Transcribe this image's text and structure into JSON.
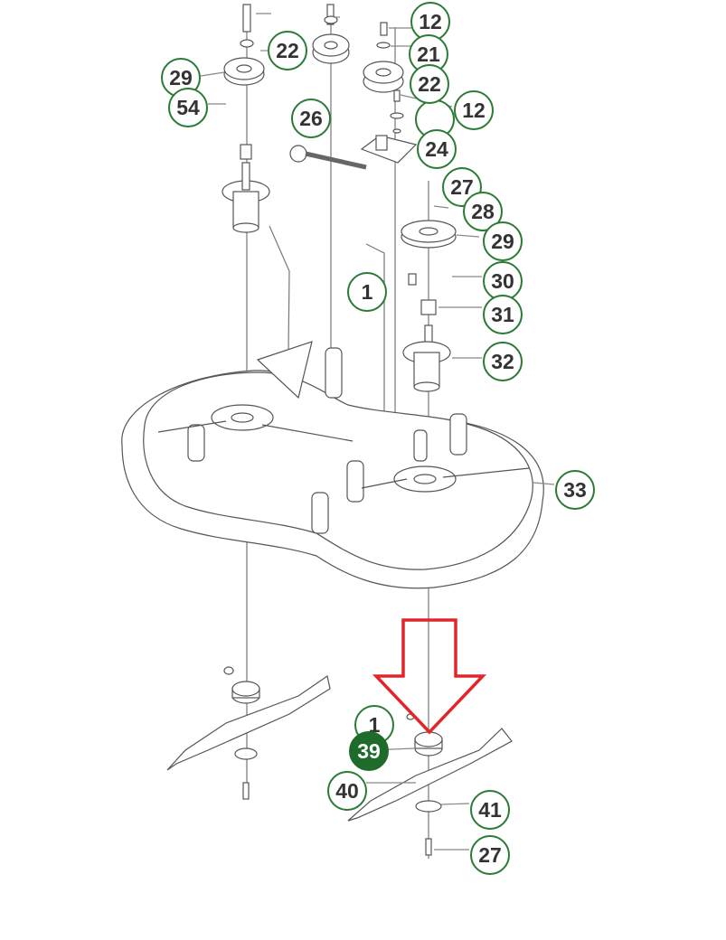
{
  "title": "Mower deck parts diagram",
  "colors": {
    "callout_border": "#2b7a35",
    "callout_filled": "#1f6b2b",
    "highlight_arrow": "#e0262b",
    "line_art": "#555555"
  },
  "highlighted_part": "39",
  "callouts": [
    {
      "id": "c-hidden",
      "label": ""
    },
    {
      "id": "c-12b",
      "label": "12"
    },
    {
      "id": "c-24",
      "label": "24"
    },
    {
      "id": "c-12a",
      "label": "12"
    },
    {
      "id": "c-21",
      "label": "21"
    },
    {
      "id": "c-22a",
      "label": "22"
    },
    {
      "id": "c-22b",
      "label": "22"
    },
    {
      "id": "c-29a",
      "label": "29"
    },
    {
      "id": "c-54",
      "label": "54"
    },
    {
      "id": "c-26",
      "label": "26"
    },
    {
      "id": "c-27a",
      "label": "27"
    },
    {
      "id": "c-28",
      "label": "28"
    },
    {
      "id": "c-29b",
      "label": "29"
    },
    {
      "id": "c-1a",
      "label": "1"
    },
    {
      "id": "c-30",
      "label": "30"
    },
    {
      "id": "c-31",
      "label": "31"
    },
    {
      "id": "c-32",
      "label": "32"
    },
    {
      "id": "c-33",
      "label": "33"
    },
    {
      "id": "c-1b",
      "label": "1"
    },
    {
      "id": "c-39",
      "label": "39"
    },
    {
      "id": "c-40",
      "label": "40"
    },
    {
      "id": "c-41",
      "label": "41"
    },
    {
      "id": "c-27b",
      "label": "27"
    }
  ]
}
